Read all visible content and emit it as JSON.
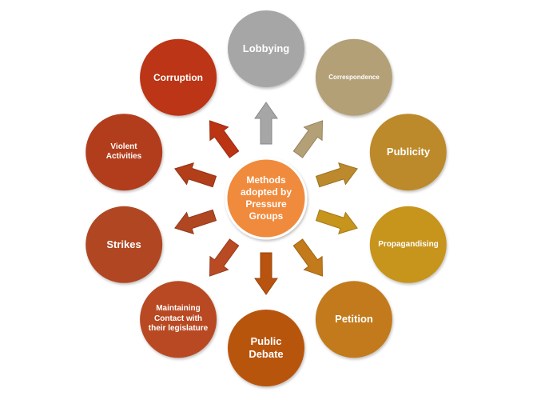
{
  "center": {
    "label": "Methods adopted by Pressure Groups",
    "color": "#F08A3C"
  },
  "nodes": [
    {
      "id": "lobbying",
      "label": "Lobbying",
      "color": "#A6A6A6",
      "angle": -90,
      "size": "large"
    },
    {
      "id": "correspondence",
      "label": "Correspondence",
      "color": "#B4A077",
      "angle": -54,
      "size": "tiny"
    },
    {
      "id": "publicity",
      "label": "Publicity",
      "color": "#BC8A2C",
      "angle": -18,
      "size": "large"
    },
    {
      "id": "propagandising",
      "label": "Propagandising",
      "color": "#C7941C",
      "angle": 18,
      "size": "small"
    },
    {
      "id": "petition",
      "label": "Petition",
      "color": "#C27A1A",
      "angle": 54,
      "size": "large"
    },
    {
      "id": "public-debate",
      "label": "Public Debate",
      "color": "#B8540F",
      "angle": 90,
      "size": "large"
    },
    {
      "id": "maintaining-contact",
      "label": "Maintaining Contact with their legislature",
      "color": "#B84A24",
      "angle": 126,
      "size": "small"
    },
    {
      "id": "strikes",
      "label": "Strikes",
      "color": "#B04722",
      "angle": 162,
      "size": "large"
    },
    {
      "id": "violent-activities",
      "label": "Violent Activities",
      "color": "#B23E1A",
      "angle": 198,
      "size": "small"
    },
    {
      "id": "corruption",
      "label": "Corruption",
      "color": "#BB3413",
      "angle": 234,
      "size": "medium"
    }
  ]
}
